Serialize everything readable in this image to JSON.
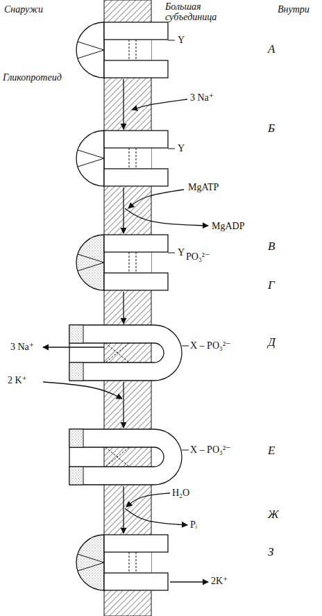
{
  "diagram": {
    "labels": [
      "Снаружи",
      "Большая субъединица",
      "Внутри",
      "Гликопротеид",
      "Y",
      "А",
      "3 Na⁺",
      "Б",
      "Y",
      "MgATP",
      "MgADP",
      "Y",
      "PO₃²⁻",
      "В",
      "Г",
      "X – PO₃²⁻",
      "Д",
      "3 Na⁺",
      "2 K⁺",
      "X – PO₃²⁻",
      "Е",
      "H₂O",
      "Ж",
      "Pᵢ",
      "З",
      "2K⁺"
    ]
  }
}
